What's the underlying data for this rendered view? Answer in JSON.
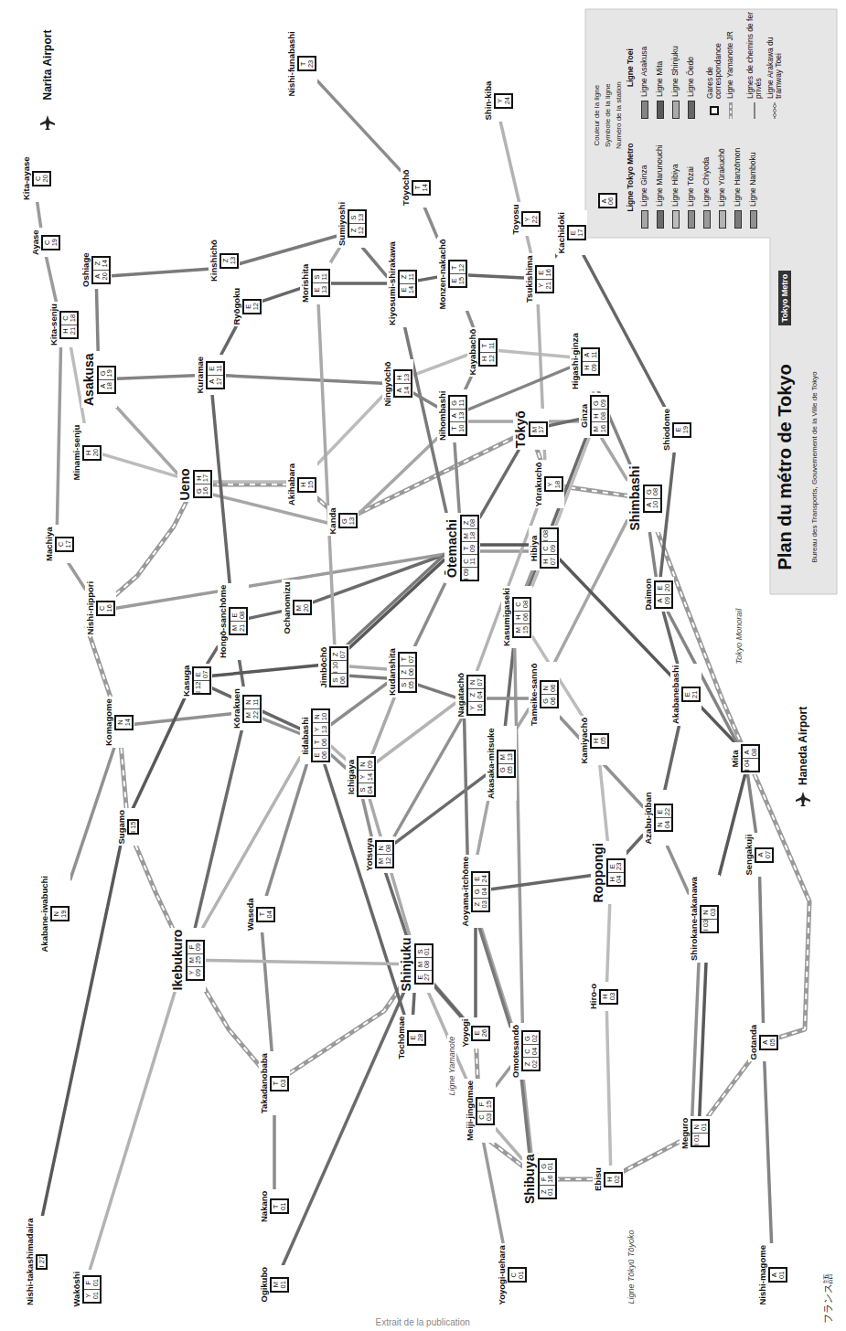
{
  "diagram": {
    "title": "Plan du métro de Tokyo",
    "nodes": [
      {
        "text": [
          "Kita-ayase",
          "C 20"
        ]
      },
      {
        "text": [
          "Ayase",
          "C 19"
        ]
      },
      {
        "text": [
          "Kita-senju",
          "H 21",
          "C 18"
        ]
      },
      {
        "text": [
          "Minami-senju",
          "H 20"
        ]
      },
      {
        "text": [
          "Machiya",
          "C 17"
        ]
      },
      {
        "text": [
          "Nishi-nippori",
          "C 16"
        ]
      },
      {
        "text": [
          "Asakusa",
          "A 18",
          "G 19"
        ]
      },
      {
        "text": [
          "Oshiage",
          "A 20",
          "Z 14"
        ]
      },
      {
        "text": [
          "Kuramae",
          "A 17",
          "E 11"
        ]
      },
      {
        "text": [
          "Ueno",
          "G 16",
          "H 17"
        ]
      },
      {
        "text": [
          "Akihabara",
          "H 15"
        ]
      },
      {
        "text": [
          "Kanda",
          "G 13"
        ]
      },
      {
        "text": [
          "Ochanomizu",
          "M 20"
        ]
      },
      {
        "text": [
          "Hongō-sanchōme",
          "M 21",
          "E 08"
        ]
      },
      {
        "text": [
          "Kōrakuen",
          "M 22",
          "N 11"
        ]
      },
      {
        "text": [
          "Kasuga",
          "I 12",
          "E 07"
        ]
      },
      {
        "text": [
          "Iidabashi",
          "E 06",
          "T 06",
          "Y 13",
          "N 10"
        ]
      },
      {
        "text": [
          "Jimbōchō",
          "S 06",
          "I 10",
          "Z 07"
        ]
      },
      {
        "text": [
          "Kudanshita",
          "S 05",
          "Z 06",
          "T 07"
        ]
      },
      {
        "text": [
          "Ichigaya",
          "S 04",
          "Y 14",
          "N 09"
        ]
      },
      {
        "text": [
          "Yotsuya",
          "M 12",
          "N 08"
        ]
      },
      {
        "text": [
          "Nagatachō",
          "Y 16",
          "Z 04",
          "N 07"
        ]
      },
      {
        "text": [
          "Akasaka-mitsuke",
          "G 05",
          "M 13"
        ]
      },
      {
        "text": [
          "Tameike-sannō",
          "G 06",
          "N 06"
        ]
      },
      {
        "text": [
          "Kasumigaseki",
          "M 15",
          "H 06",
          "C 08"
        ]
      },
      {
        "text": [
          "Hibiya",
          "H 07",
          "C 09",
          "I 08"
        ]
      },
      {
        "text": [
          "Yūrakuchō",
          "Y 18"
        ]
      },
      {
        "text": [
          "Tōkyō",
          "M 17"
        ]
      },
      {
        "text": [
          "Ōtemachi",
          "I 09",
          "C 11",
          "T 09",
          "M 18",
          "Z 08"
        ]
      },
      {
        "text": [
          "Nihombashi",
          "T 10",
          "A 13",
          "G 11"
        ]
      },
      {
        "text": [
          "Ginza",
          "M 16",
          "H 08",
          "G 09"
        ]
      },
      {
        "text": [
          "Higashi-ginza",
          "H 09",
          "A 11"
        ]
      },
      {
        "text": [
          "Shimbashi",
          "A 10",
          "G 08"
        ]
      },
      {
        "text": [
          "Daimon",
          "A 09",
          "E 20"
        ]
      },
      {
        "text": [
          "Kamiyachō",
          "H 05"
        ]
      },
      {
        "text": [
          "Roppongi",
          "H 04",
          "E 23"
        ]
      },
      {
        "text": [
          "Azabu-jūban",
          "N 04",
          "E 22"
        ]
      },
      {
        "text": [
          "Mita",
          "I 04",
          "A 08"
        ]
      },
      {
        "text": [
          "Sengakuji",
          "A 07"
        ]
      },
      {
        "text": [
          "Shirokane-takanawa",
          "I 03",
          "N 03"
        ]
      },
      {
        "text": [
          "Meguro",
          "I 01",
          "N 01"
        ]
      },
      {
        "text": [
          "Gotanda",
          "A 05"
        ]
      },
      {
        "text": [
          "Nishi-magome",
          "A 01"
        ]
      },
      {
        "text": [
          "Ebisu",
          "H 02"
        ]
      },
      {
        "text": [
          "Hiro-o",
          "H 03"
        ]
      },
      {
        "text": [
          "Shibuya",
          "Z 01",
          "F 16",
          "G 01"
        ]
      },
      {
        "text": [
          "Omotesandō",
          "Z 02",
          "C 04",
          "G 02"
        ]
      },
      {
        "text": [
          "Meiji-jingūmae",
          "C 03",
          "F 15"
        ]
      },
      {
        "text": [
          "Yoyogi-uehara",
          "C 01"
        ]
      },
      {
        "text": [
          "Aoyama-itchōme",
          "Z 03",
          "G 04",
          "E 24"
        ]
      },
      {
        "text": [
          "Shinjuku",
          "E 27",
          "M 08",
          "S 01"
        ]
      },
      {
        "text": [
          "Tochōmae",
          "E 28"
        ]
      },
      {
        "text": [
          "Yoyogi",
          "E 26"
        ]
      },
      {
        "text": [
          "Nakano",
          "T 01"
        ]
      },
      {
        "text": [
          "Ogikubo",
          "M 01"
        ]
      },
      {
        "text": [
          "Takadanobaba",
          "T 03"
        ]
      },
      {
        "text": [
          "Waseda",
          "T 04"
        ]
      },
      {
        "text": [
          "Ikebukuro",
          "Y 09",
          "M 25",
          "F 09"
        ]
      },
      {
        "text": [
          "Wakōshi",
          "Y 01",
          "F 01"
        ]
      },
      {
        "text": [
          "Sugamo",
          "I 15"
        ]
      },
      {
        "text": [
          "Komagome",
          "N 14"
        ]
      },
      {
        "text": [
          "Akabane-iwabuchi",
          "N 19"
        ]
      },
      {
        "text": [
          "Nishi-takashimadaira",
          "I 27"
        ]
      },
      {
        "text": [
          "Kinshichō",
          "Z 13"
        ]
      },
      {
        "text": [
          "Sumiyoshi",
          "Z 12",
          "S 13"
        ]
      },
      {
        "text": [
          "Kiyosumi-shirakawa",
          "E 14",
          "Z 11"
        ]
      },
      {
        "text": [
          "Monzen-nakachō",
          "E 15",
          "T 12"
        ]
      },
      {
        "text": [
          "Kayabachō",
          "H 12",
          "T 11"
        ]
      },
      {
        "text": [
          "Ningyōchō",
          "A 14",
          "H 13"
        ]
      },
      {
        "text": [
          "Tsukishima",
          "Y 21",
          "E 16"
        ]
      },
      {
        "text": [
          "Toyosu",
          "Y 22"
        ]
      },
      {
        "text": [
          "Shin-kiba",
          "Y 24"
        ]
      },
      {
        "text": [
          "Tōyōchō",
          "T 14"
        ]
      },
      {
        "text": [
          "Nishi-funabashi",
          "T 23"
        ]
      },
      {
        "text": [
          "Ryōgoku",
          "E 12"
        ]
      },
      {
        "text": [
          "Morishita",
          "E 13",
          "S 11"
        ]
      },
      {
        "text": [
          "Kachidoki",
          "E 17"
        ]
      },
      {
        "text": [
          "Shiodome",
          "E 19"
        ]
      },
      {
        "text": [
          "Akabanebashi",
          "E 21"
        ]
      }
    ],
    "edges": [
      {
        "from": 6,
        "to": 9,
        "arrow": "none"
      },
      {
        "from": 9,
        "to": 11,
        "arrow": "none"
      },
      {
        "from": 11,
        "to": 29,
        "arrow": "none"
      },
      {
        "from": 29,
        "to": 30,
        "arrow": "none"
      },
      {
        "from": 30,
        "to": 32,
        "arrow": "none"
      },
      {
        "from": 32,
        "to": 23,
        "arrow": "none"
      },
      {
        "from": 23,
        "to": 22,
        "arrow": "none"
      },
      {
        "from": 22,
        "to": 49,
        "arrow": "none"
      },
      {
        "from": 49,
        "to": 46,
        "arrow": "none"
      },
      {
        "from": 46,
        "to": 45,
        "arrow": "none"
      },
      {
        "from": 57,
        "to": 14,
        "arrow": "none"
      },
      {
        "from": 14,
        "to": 13,
        "arrow": "none"
      },
      {
        "from": 13,
        "to": 12,
        "arrow": "none"
      },
      {
        "from": 12,
        "to": 28,
        "arrow": "none"
      },
      {
        "from": 28,
        "to": 27,
        "arrow": "none"
      },
      {
        "from": 27,
        "to": 30,
        "arrow": "none"
      },
      {
        "from": 30,
        "to": 24,
        "arrow": "none"
      },
      {
        "from": 24,
        "to": 22,
        "arrow": "none"
      },
      {
        "from": 22,
        "to": 20,
        "arrow": "none"
      },
      {
        "from": 20,
        "to": 50,
        "arrow": "none"
      },
      {
        "from": 50,
        "to": 54,
        "arrow": "none"
      },
      {
        "from": 2,
        "to": 3,
        "arrow": "none"
      },
      {
        "from": 3,
        "to": 9,
        "arrow": "none"
      },
      {
        "from": 9,
        "to": 10,
        "arrow": "none"
      },
      {
        "from": 10,
        "to": 68,
        "arrow": "none"
      },
      {
        "from": 68,
        "to": 67,
        "arrow": "none"
      },
      {
        "from": 67,
        "to": 31,
        "arrow": "none"
      },
      {
        "from": 31,
        "to": 30,
        "arrow": "none"
      },
      {
        "from": 30,
        "to": 25,
        "arrow": "none"
      },
      {
        "from": 25,
        "to": 24,
        "arrow": "none"
      },
      {
        "from": 24,
        "to": 34,
        "arrow": "none"
      },
      {
        "from": 34,
        "to": 35,
        "arrow": "none"
      },
      {
        "from": 35,
        "to": 44,
        "arrow": "none"
      },
      {
        "from": 44,
        "to": 43,
        "arrow": "none"
      },
      {
        "from": 53,
        "to": 55,
        "arrow": "none"
      },
      {
        "from": 55,
        "to": 56,
        "arrow": "none"
      },
      {
        "from": 56,
        "to": 16,
        "arrow": "none"
      },
      {
        "from": 16,
        "to": 18,
        "arrow": "none"
      },
      {
        "from": 18,
        "to": 28,
        "arrow": "none"
      },
      {
        "from": 28,
        "to": 29,
        "arrow": "none"
      },
      {
        "from": 29,
        "to": 67,
        "arrow": "none"
      },
      {
        "from": 67,
        "to": 66,
        "arrow": "none"
      },
      {
        "from": 66,
        "to": 72,
        "arrow": "none"
      },
      {
        "from": 72,
        "to": 73,
        "arrow": "none"
      },
      {
        "from": 0,
        "to": 1,
        "arrow": "none"
      },
      {
        "from": 1,
        "to": 2,
        "arrow": "none"
      },
      {
        "from": 2,
        "to": 4,
        "arrow": "none"
      },
      {
        "from": 4,
        "to": 5,
        "arrow": "none"
      },
      {
        "from": 5,
        "to": 28,
        "arrow": "none"
      },
      {
        "from": 28,
        "to": 25,
        "arrow": "none"
      },
      {
        "from": 25,
        "to": 24,
        "arrow": "none"
      },
      {
        "from": 24,
        "to": 46,
        "arrow": "none"
      },
      {
        "from": 46,
        "to": 47,
        "arrow": "none"
      },
      {
        "from": 47,
        "to": 48,
        "arrow": "none"
      },
      {
        "from": 58,
        "to": 57,
        "arrow": "none"
      },
      {
        "from": 57,
        "to": 16,
        "arrow": "none"
      },
      {
        "from": 16,
        "to": 19,
        "arrow": "none"
      },
      {
        "from": 19,
        "to": 21,
        "arrow": "none"
      },
      {
        "from": 21,
        "to": 26,
        "arrow": "none"
      },
      {
        "from": 26,
        "to": 69,
        "arrow": "none"
      },
      {
        "from": 69,
        "to": 70,
        "arrow": "none"
      },
      {
        "from": 70,
        "to": 71,
        "arrow": "none"
      },
      {
        "from": 45,
        "to": 46,
        "arrow": "none"
      },
      {
        "from": 46,
        "to": 49,
        "arrow": "none"
      },
      {
        "from": 49,
        "to": 21,
        "arrow": "none"
      },
      {
        "from": 21,
        "to": 18,
        "arrow": "none"
      },
      {
        "from": 18,
        "to": 17,
        "arrow": "none"
      },
      {
        "from": 17,
        "to": 28,
        "arrow": "none"
      },
      {
        "from": 28,
        "to": 65,
        "arrow": "none"
      },
      {
        "from": 65,
        "to": 64,
        "arrow": "none"
      },
      {
        "from": 64,
        "to": 63,
        "arrow": "none"
      },
      {
        "from": 63,
        "to": 7,
        "arrow": "none"
      },
      {
        "from": 40,
        "to": 39,
        "arrow": "none"
      },
      {
        "from": 39,
        "to": 36,
        "arrow": "none"
      },
      {
        "from": 36,
        "to": 23,
        "arrow": "none"
      },
      {
        "from": 23,
        "to": 21,
        "arrow": "none"
      },
      {
        "from": 21,
        "to": 20,
        "arrow": "none"
      },
      {
        "from": 20,
        "to": 19,
        "arrow": "none"
      },
      {
        "from": 19,
        "to": 16,
        "arrow": "none"
      },
      {
        "from": 16,
        "to": 14,
        "arrow": "none"
      },
      {
        "from": 14,
        "to": 60,
        "arrow": "none"
      },
      {
        "from": 60,
        "to": 61,
        "arrow": "none"
      },
      {
        "from": 40,
        "to": 39,
        "arrow": "none"
      },
      {
        "from": 39,
        "to": 37,
        "arrow": "none"
      },
      {
        "from": 37,
        "to": 25,
        "arrow": "none"
      },
      {
        "from": 25,
        "to": 28,
        "arrow": "none"
      },
      {
        "from": 28,
        "to": 17,
        "arrow": "none"
      },
      {
        "from": 17,
        "to": 15,
        "arrow": "none"
      },
      {
        "from": 15,
        "to": 59,
        "arrow": "none"
      },
      {
        "from": 59,
        "to": 62,
        "arrow": "none"
      },
      {
        "from": 42,
        "to": 41,
        "arrow": "none"
      },
      {
        "from": 41,
        "to": 38,
        "arrow": "none"
      },
      {
        "from": 38,
        "to": 37,
        "arrow": "none"
      },
      {
        "from": 37,
        "to": 33,
        "arrow": "none"
      },
      {
        "from": 33,
        "to": 32,
        "arrow": "none"
      },
      {
        "from": 32,
        "to": 31,
        "arrow": "none"
      },
      {
        "from": 31,
        "to": 29,
        "arrow": "none"
      },
      {
        "from": 29,
        "to": 68,
        "arrow": "none"
      },
      {
        "from": 68,
        "to": 8,
        "arrow": "none"
      },
      {
        "from": 8,
        "to": 6,
        "arrow": "none"
      },
      {
        "from": 6,
        "to": 7,
        "arrow": "none"
      },
      {
        "from": 51,
        "to": 16,
        "arrow": "none"
      },
      {
        "from": 16,
        "to": 15,
        "arrow": "none"
      },
      {
        "from": 15,
        "to": 13,
        "arrow": "none"
      },
      {
        "from": 13,
        "to": 8,
        "arrow": "none"
      },
      {
        "from": 8,
        "to": 74,
        "arrow": "none"
      },
      {
        "from": 74,
        "to": 75,
        "arrow": "none"
      },
      {
        "from": 75,
        "to": 65,
        "arrow": "none"
      },
      {
        "from": 65,
        "to": 66,
        "arrow": "none"
      },
      {
        "from": 66,
        "to": 69,
        "arrow": "none"
      },
      {
        "from": 69,
        "to": 76,
        "arrow": "none"
      },
      {
        "from": 76,
        "to": 77,
        "arrow": "none"
      },
      {
        "from": 77,
        "to": 33,
        "arrow": "none"
      },
      {
        "from": 33,
        "to": 78,
        "arrow": "none"
      },
      {
        "from": 78,
        "to": 36,
        "arrow": "none"
      },
      {
        "from": 36,
        "to": 35,
        "arrow": "none"
      },
      {
        "from": 35,
        "to": 49,
        "arrow": "none"
      },
      {
        "from": 49,
        "to": 52,
        "arrow": "none"
      },
      {
        "from": 52,
        "to": 50,
        "arrow": "none"
      },
      {
        "from": 50,
        "to": 51,
        "arrow": "none"
      },
      {
        "from": 50,
        "to": 19,
        "arrow": "none"
      },
      {
        "from": 19,
        "to": 18,
        "arrow": "none"
      },
      {
        "from": 18,
        "to": 17,
        "arrow": "none"
      },
      {
        "from": 17,
        "to": 75,
        "arrow": "none"
      },
      {
        "from": 75,
        "to": 64,
        "arrow": "none"
      },
      {
        "from": 57,
        "to": 50,
        "arrow": "none"
      },
      {
        "from": 50,
        "to": 47,
        "arrow": "none"
      },
      {
        "from": 47,
        "to": 45,
        "arrow": "none"
      }
    ],
    "labels": [
      "Narita Airport",
      "Haneda Airport",
      "Bureau des Transports, Gouvernement de la Ville de Tokyo",
      "Tokyo Metro",
      "Couleur de la ligne",
      "Symbole de la ligne",
      "Numéro de la station",
      "A 06",
      "Ligne Tokyo Metro",
      "Ligne Toei",
      "Ligne Yamanote",
      "Tokyo Monorail",
      "Ligne Tōkyū Tōyoko",
      "フランス語",
      "Extrait de la publication"
    ],
    "legend": [
      {
        "text": "Ligne Ginza",
        "color": "#a6a6a6"
      },
      {
        "text": "Ligne Marunouchi",
        "color": "#6b6b6b"
      },
      {
        "text": "Ligne Hibiya",
        "color": "#bcbcbc"
      },
      {
        "text": "Ligne Tōzai",
        "color": "#8c8c8c"
      },
      {
        "text": "Ligne Chiyoda",
        "color": "#9b9b9b"
      },
      {
        "text": "Ligne Yūrakuchō",
        "color": "#b3b3b3"
      },
      {
        "text": "Ligne Hanzōmon",
        "color": "#7a7a7a"
      },
      {
        "text": "Ligne Namboku",
        "color": "#919191"
      },
      {
        "text": "Ligne Asakusa",
        "color": "#848484"
      },
      {
        "text": "Ligne Mita",
        "color": "#595959"
      },
      {
        "text": "Ligne Shinjuku",
        "color": "#aaaaaa"
      },
      {
        "text": "Ligne Ōedo",
        "color": "#676767"
      },
      {
        "text": "Gares de correspondance"
      },
      {
        "text": "Ligne Yamanote JR"
      },
      {
        "text": "Lignes de chemins de fer privés"
      },
      {
        "text": "Ligne Arakawa du tramway Toei"
      }
    ]
  }
}
